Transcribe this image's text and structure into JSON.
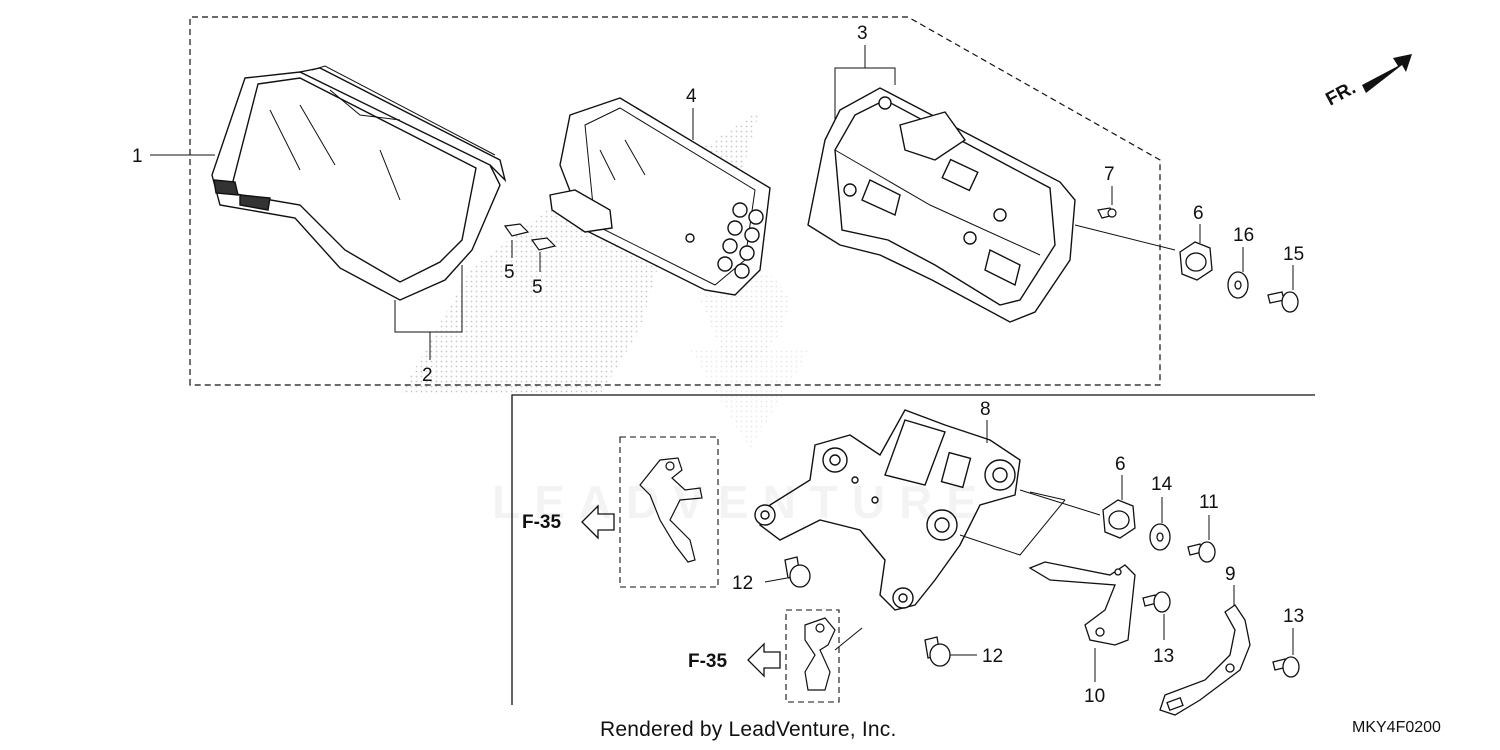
{
  "diagram": {
    "code": "MKY4F0200",
    "credit": "Rendered by LeadVenture, Inc.",
    "watermark": "LEADVENTURE",
    "front_indicator": "FR.",
    "callouts": [
      "F-35",
      "F-35"
    ],
    "part_numbers": [
      "1",
      "2",
      "3",
      "4",
      "5",
      "5",
      "6",
      "7",
      "16",
      "15",
      "8",
      "6",
      "14",
      "11",
      "12",
      "12",
      "13",
      "13",
      "9",
      "10"
    ]
  },
  "colors": {
    "line": "#111111",
    "background": "#ffffff",
    "stipple": "#9a9a9a"
  }
}
